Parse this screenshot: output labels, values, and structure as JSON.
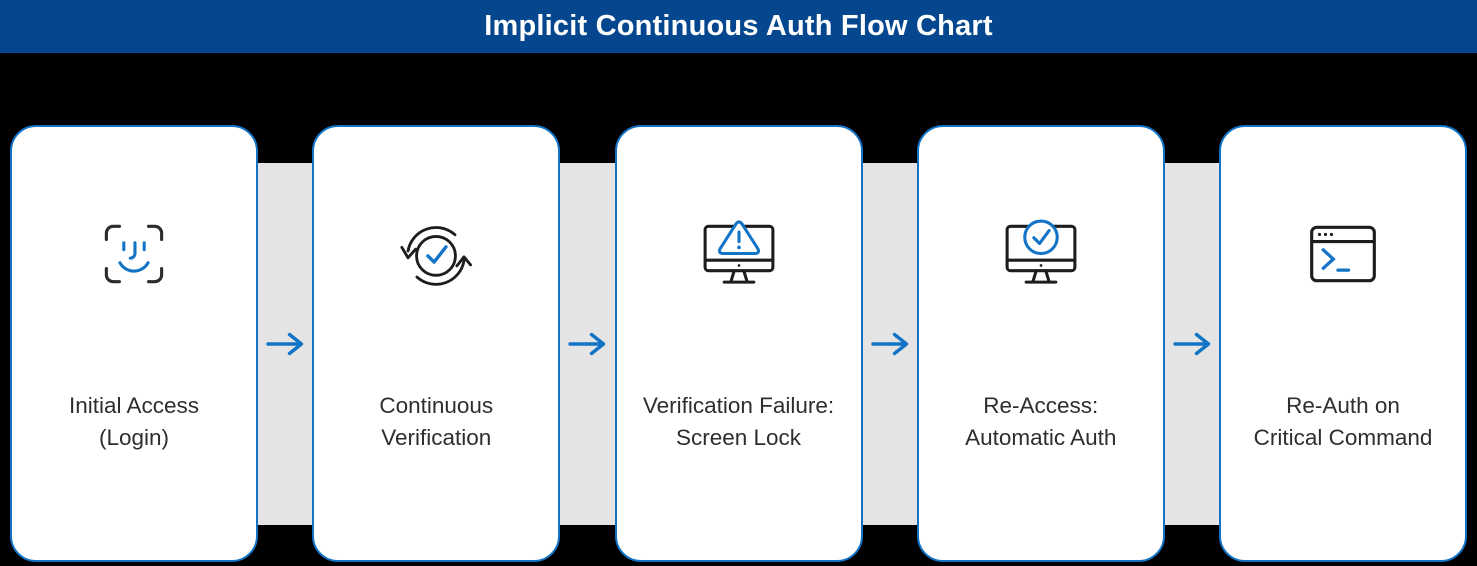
{
  "header": {
    "title": "Implicit Continuous Auth Flow Chart",
    "bg_color": "#05478f",
    "text_color": "#ffffff"
  },
  "colors": {
    "accent_blue": "#1273c7",
    "icon_dark": "#1d1d1d",
    "label_text": "#2e2e2e",
    "card_bg": "#ffffff",
    "card_border": "#1273c7",
    "connector_gray": "#e4e4e4",
    "page_bg": "#000000"
  },
  "steps": [
    {
      "icon": "face-id-icon",
      "label": "Initial Access (Login)",
      "label_line1": "Initial Access",
      "label_line2": "(Login)"
    },
    {
      "icon": "sync-check-icon",
      "label": "Continuous Verification",
      "label_line1": "Continuous",
      "label_line2": "Verification"
    },
    {
      "icon": "monitor-warning-icon",
      "label": "Verification Failure: Screen Lock",
      "label_line1": "Verification Failure:",
      "label_line2": "Screen Lock"
    },
    {
      "icon": "monitor-check-icon",
      "label": "Re-Access: Automatic Auth",
      "label_line1": "Re-Access:",
      "label_line2": "Automatic Auth"
    },
    {
      "icon": "terminal-icon",
      "label": "Re-Auth on Critical Command",
      "label_line1": "Re-Auth on",
      "label_line2": "Critical Command"
    }
  ],
  "connector": {
    "arrow_symbol": "→",
    "count": 4
  }
}
